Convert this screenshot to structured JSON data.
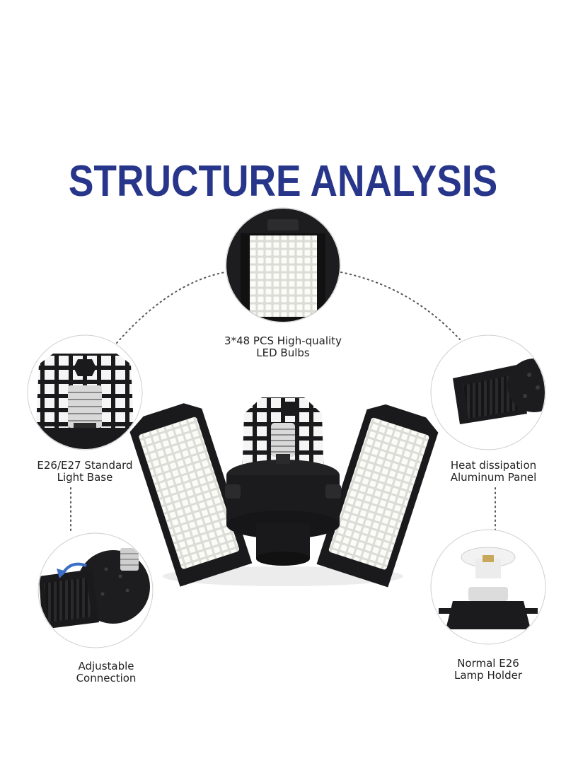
{
  "title": "STRUCTURE ANALYSIS",
  "features": {
    "led_bulbs": {
      "line1": "3*48 PCS High-quality",
      "line2": "LED Bulbs"
    },
    "light_base": {
      "line1": "E26/E27 Standard",
      "line2": "Light Base"
    },
    "heat_panel": {
      "line1": "Heat dissipation",
      "line2": "Aluminum Panel"
    },
    "adjustable": {
      "line1": "Adjustable",
      "line2": "Connection"
    },
    "lamp_holder": {
      "line1": "Normal E26",
      "line2": "Lamp Holder"
    }
  },
  "colors": {
    "title": "#27368a",
    "product": "#1a1a1c",
    "led": "#f1f1ec",
    "text": "#222222"
  }
}
